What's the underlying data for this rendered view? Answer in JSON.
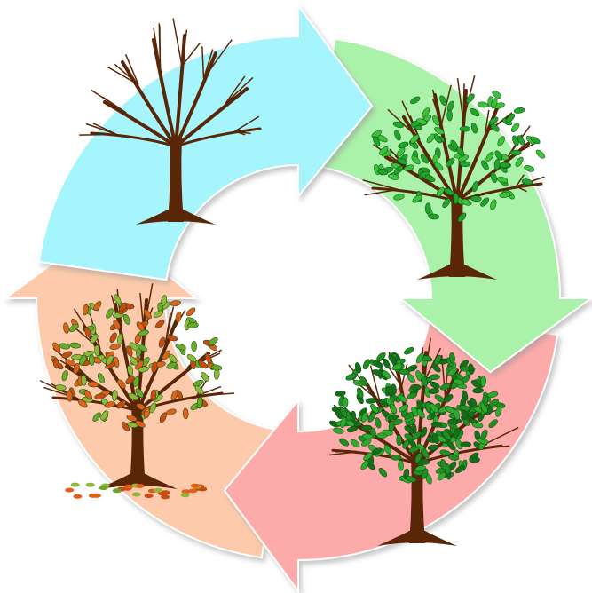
{
  "diagram": {
    "type": "cycle",
    "segments": [
      {
        "season": "winter",
        "arrow_color": "#a6f5fc",
        "tree": "bare-tree",
        "leaf_colors": []
      },
      {
        "season": "spring",
        "arrow_color": "#aaf1aa",
        "tree": "sparse-leaf-tree",
        "leaf_colors": [
          "#22a32a",
          "#3cc13a"
        ]
      },
      {
        "season": "summer",
        "arrow_color": "#fdaaaa",
        "tree": "full-leaf-tree",
        "leaf_colors": [
          "#1f8f22",
          "#2eaa2e",
          "#146f18"
        ]
      },
      {
        "season": "autumn",
        "arrow_color": "#fdcbab",
        "tree": "autumn-tree",
        "leaf_colors": [
          "#e0601a",
          "#6aa82a",
          "#c94a12",
          "#8fb83a"
        ]
      }
    ],
    "trunk_color": "#5a2608",
    "shadow_color": "#b8b8b8"
  }
}
